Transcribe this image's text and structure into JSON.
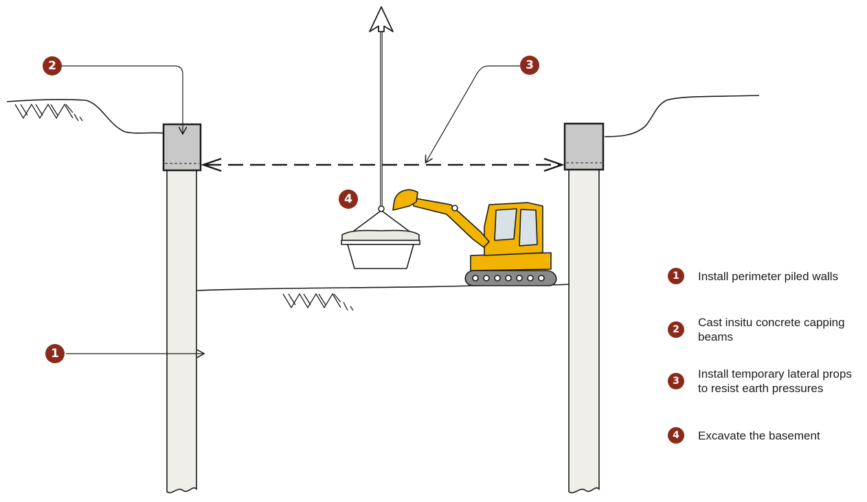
{
  "markers": {
    "m1": "1",
    "m2": "2",
    "m3": "3",
    "m4": "4"
  },
  "legend": [
    {
      "number": "1",
      "text": "Install perimeter piled walls"
    },
    {
      "number": "2",
      "text": "Cast insitu concrete capping beams"
    },
    {
      "number": "3",
      "text": "Install temporary lateral props to resist earth pressures"
    },
    {
      "number": "4",
      "text": "Excavate the basement"
    }
  ],
  "colors": {
    "badge": "#8b2a1a",
    "pile_fill": "#efeee8",
    "capping_beam_fill": "#c8c8c8",
    "excavator_yellow": "#f2b400",
    "line": "#1a1a1a"
  }
}
